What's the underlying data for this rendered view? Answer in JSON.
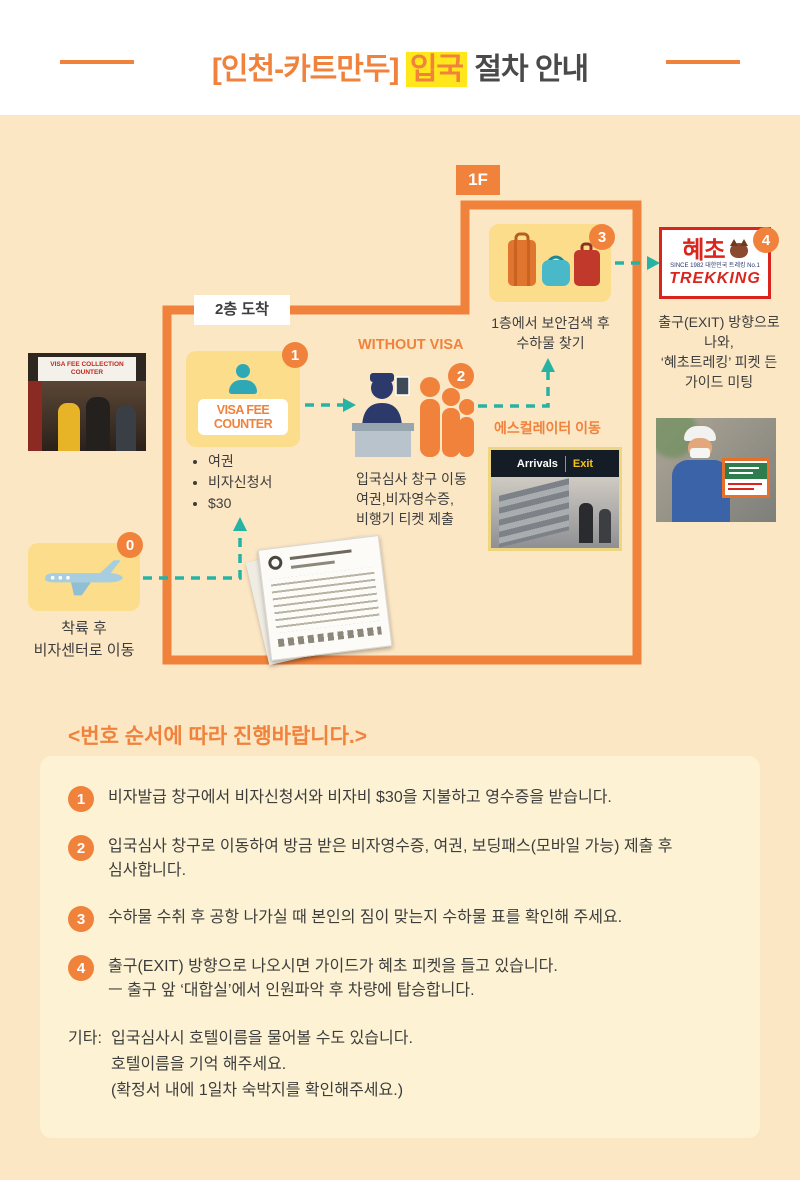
{
  "header": {
    "title_bracket": "[인천-카트만두]",
    "title_highlight": "입국",
    "title_rest": "절차 안내"
  },
  "colors": {
    "accent_orange": "#F0823C",
    "highlight_yellow": "#FFE71C",
    "arrow_teal": "#26B3A4",
    "logo_red": "#D9251D"
  },
  "diagram": {
    "floor_label": "1F",
    "arrival_label": "2층 도착",
    "escalator_label": "에스컬레이터 이동",
    "step0": {
      "badge": "0",
      "lines": [
        "착륙 후",
        "비자센터로 이동"
      ]
    },
    "step1": {
      "badge": "1",
      "sign_line1": "VISA FEE",
      "sign_line2": "COUNTER",
      "items": [
        "여권",
        "비자신청서",
        "$30"
      ]
    },
    "step2": {
      "badge": "2",
      "heading": "WITHOUT VISA",
      "lines": [
        "입국심사 창구 이동",
        "여권,비자영수증,",
        "비행기 티켓 제출"
      ]
    },
    "step3": {
      "badge": "3",
      "lines": [
        "1층에서 보안검색 후",
        "수하물 찾기"
      ]
    },
    "step4": {
      "badge": "4",
      "lines": [
        "출구(EXIT) 방향으로",
        "나와,",
        "‘혜초트레킹’ 피켓 든",
        "가이드 미팅"
      ]
    },
    "photos": {
      "visa_counter_sign": "VISA FEE COLLECTION COUNTER",
      "arrivals_left": "Arrivals",
      "arrivals_right": "Exit"
    },
    "logo": {
      "name": "혜초",
      "tagline1": "SINCE 1982",
      "tagline2": "대한민국 트레킹 No.1",
      "sub": "TREKKING"
    }
  },
  "instructions": {
    "heading": "<번호 순서에 따라 진행바랍니다.>",
    "items": [
      {
        "num": "1",
        "lines": [
          "비자발급 창구에서 비자신청서와 비자비 $30을 지불하고 영수증을 받습니다."
        ]
      },
      {
        "num": "2",
        "lines": [
          "입국심사 창구로 이동하여 방금 받은 비자영수증, 여권, 보딩패스(모바일 가능) 제출 후",
          "심사합니다."
        ]
      },
      {
        "num": "3",
        "lines": [
          "수하물 수취 후 공항 나가실 때 본인의 짐이 맞는지 수하물 표를 확인해 주세요."
        ]
      },
      {
        "num": "4",
        "lines": [
          "출구(EXIT) 방향으로 나오시면 가이드가 혜초 피켓을 들고 있습니다.",
          "ㅡ 출구 앞 ‘대합실’에서 인원파악 후 차량에 탑승합니다."
        ]
      }
    ],
    "etc_label": "기타:",
    "etc_lines": [
      "입국심사시 호텔이름을 물어볼 수도 있습니다.",
      "호텔이름을 기억 해주세요.",
      "(확정서 내에 1일차 숙박지를 확인해주세요.)"
    ]
  }
}
